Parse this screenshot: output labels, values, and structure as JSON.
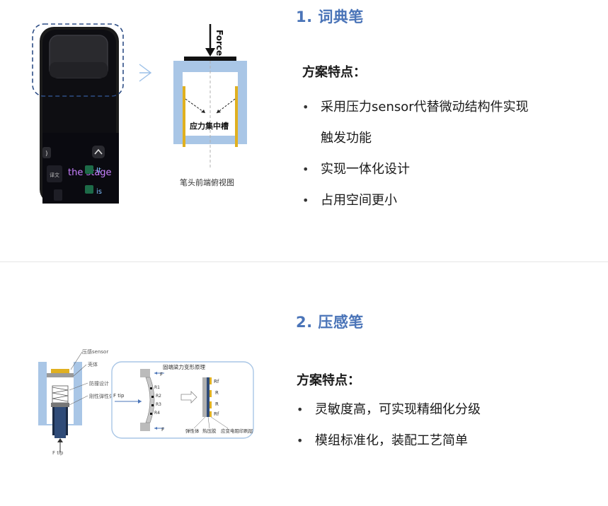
{
  "section1": {
    "title": "1. 词典笔",
    "features_title": "方案特点：",
    "bullets": [
      {
        "line1": "采用压力sensor代替微动结构件实现",
        "line2": "触发功能"
      },
      {
        "line1": "实现一体化设计"
      },
      {
        "line1": "占用空间更小"
      }
    ],
    "figure": {
      "force_label": "Force",
      "groove_label": "应力集中槽",
      "caption": "笔头前端俯视图",
      "device_text_a": "the stage",
      "device_text_b": "It",
      "device_text_c": "is"
    }
  },
  "section2": {
    "title": "2. 压感笔",
    "features_title": "方案特点：",
    "bullets": [
      {
        "line1": "灵敏度高，可实现精细化分级"
      },
      {
        "line1": "模组标准化，装配工艺简单"
      }
    ],
    "figure": {
      "label_sensor": "压感sensor",
      "label_shell": "壳体",
      "label_buffer": "防撞设计",
      "label_spring": "刚性弹性体",
      "ftip_label": "F tip",
      "diagram_title": "固端梁力变形原理",
      "f_label": "F",
      "ftip_arrow_label": "F tip",
      "r_labels": [
        "R1",
        "R2",
        "R3",
        "R4"
      ],
      "rf_labels": [
        "Rf",
        "R",
        "R",
        "Rf"
      ],
      "bottom_labels": [
        "弹性体",
        "热压胶",
        "应变电阻印刷层"
      ]
    }
  },
  "colors": {
    "accent": "#4a74b8",
    "diagram_blue": "#a9c6e6",
    "pen_dark": "#1a2a44",
    "gold": "#e0b020"
  }
}
